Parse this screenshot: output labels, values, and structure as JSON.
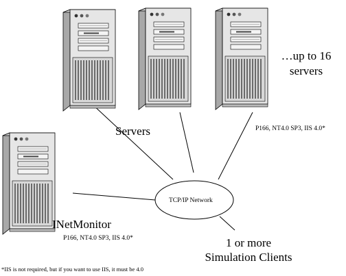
{
  "diagram": {
    "labels": {
      "servers": "Servers",
      "up_to_line1": "…up to 16",
      "up_to_line2": "servers",
      "server_spec": "P166, NT4.0 SP3, IIS 4.0*",
      "network": "TCP/IP Network",
      "monitor": "INetMonitor",
      "monitor_spec": "P166, NT4.0 SP3, IIS 4.0*",
      "clients_line1": "1 or more",
      "clients_line2": "Simulation Clients",
      "footnote": "*IIS is not required, but if you want to use IIS, it must be 4.0"
    },
    "colors": {
      "tower_front": "#e8e8e8",
      "tower_side": "#b0b0b0",
      "tower_top": "#d2d2d2",
      "line": "#000000"
    },
    "icons": [
      "server-tower-icon",
      "server-tower-icon",
      "server-tower-icon",
      "monitor-tower-icon"
    ]
  }
}
